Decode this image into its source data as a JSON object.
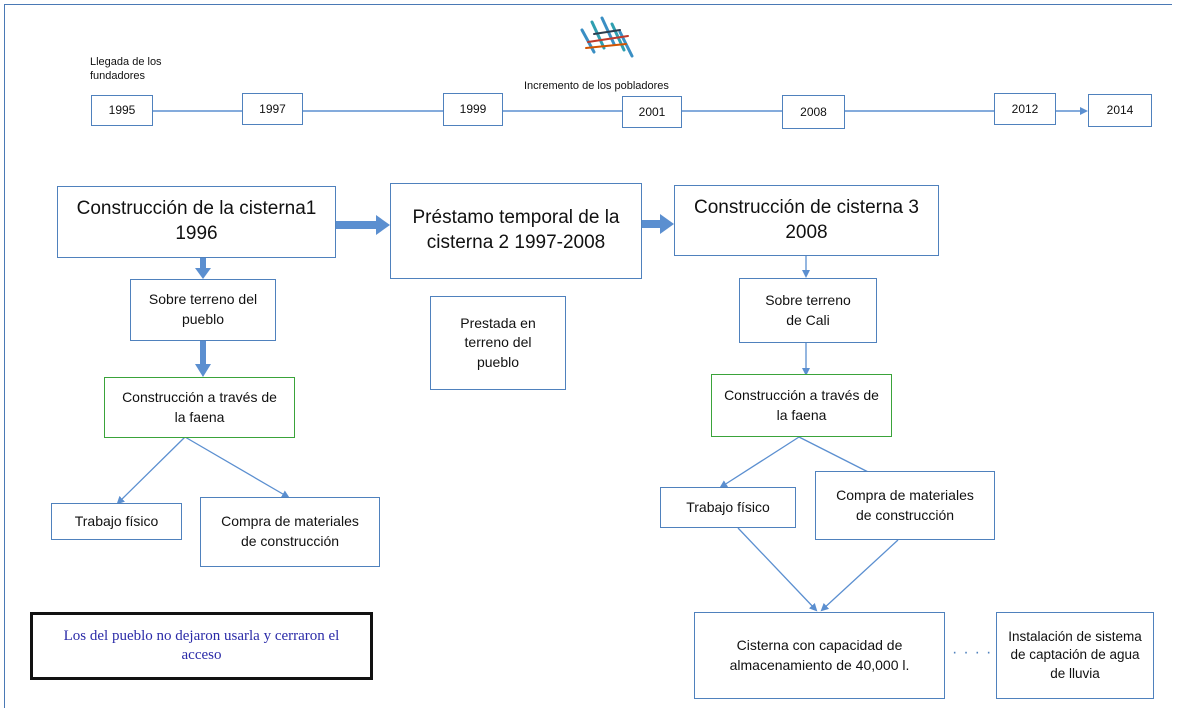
{
  "timeline": {
    "years": [
      "1995",
      "1997",
      "1999",
      "2001",
      "2008",
      "2012",
      "2014"
    ],
    "label_founders": "Llegada de los fundadores",
    "label_population": "Incremento de los pobladores"
  },
  "flow": {
    "c1_title": "Construcción de la cisterna1 1996",
    "c1_land": "Sobre terreno del pueblo",
    "c1_build": "Construcción a través de la faena",
    "c1_work": "Trabajo físico",
    "c1_buy": "Compra de materiales de construcción",
    "c1_note": "Los del pueblo no dejaron usarla y cerraron el acceso",
    "c2_title": "Préstamo temporal de la cisterna 2 1997-2008",
    "c2_land": "Prestada en terreno del pueblo",
    "c3_title": "Construcción de cisterna 3 2008",
    "c3_land": "Sobre terreno de Cali",
    "c3_build": "Construcción a través de la faena",
    "c3_work": "Trabajo físico",
    "c3_buy": "Compra de materiales de construcción",
    "c3_capacity": "Cisterna con capacidad de almacenamiento de 40,000 l.",
    "c3_rain": "Instalación de sistema de captación de agua de lluvia"
  },
  "colors": {
    "line": "#4f81bd",
    "arrow": "#5b8fd0",
    "green_border": "#3aa33a",
    "note_text": "#2b2ba8"
  }
}
